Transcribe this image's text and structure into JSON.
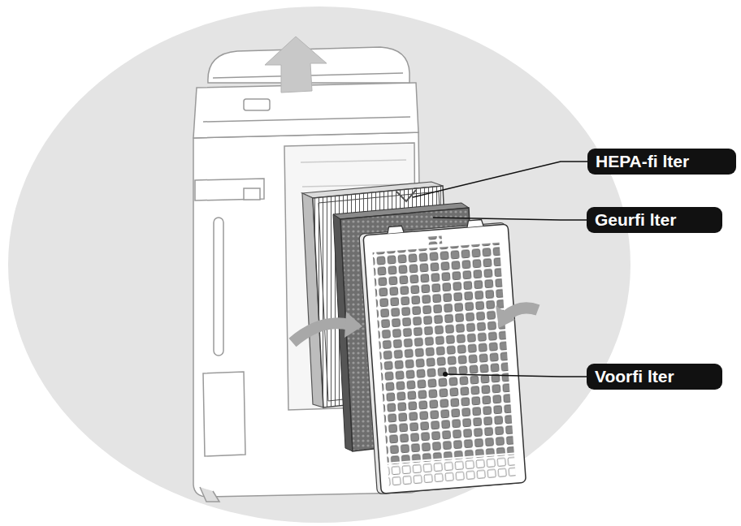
{
  "diagram": {
    "nodes": [
      {
        "text": [
          "HEPA-fi lter"
        ]
      },
      {
        "text": [
          "Geurfi lter"
        ]
      },
      {
        "text": [
          "Voorfi lter"
        ]
      }
    ]
  }
}
